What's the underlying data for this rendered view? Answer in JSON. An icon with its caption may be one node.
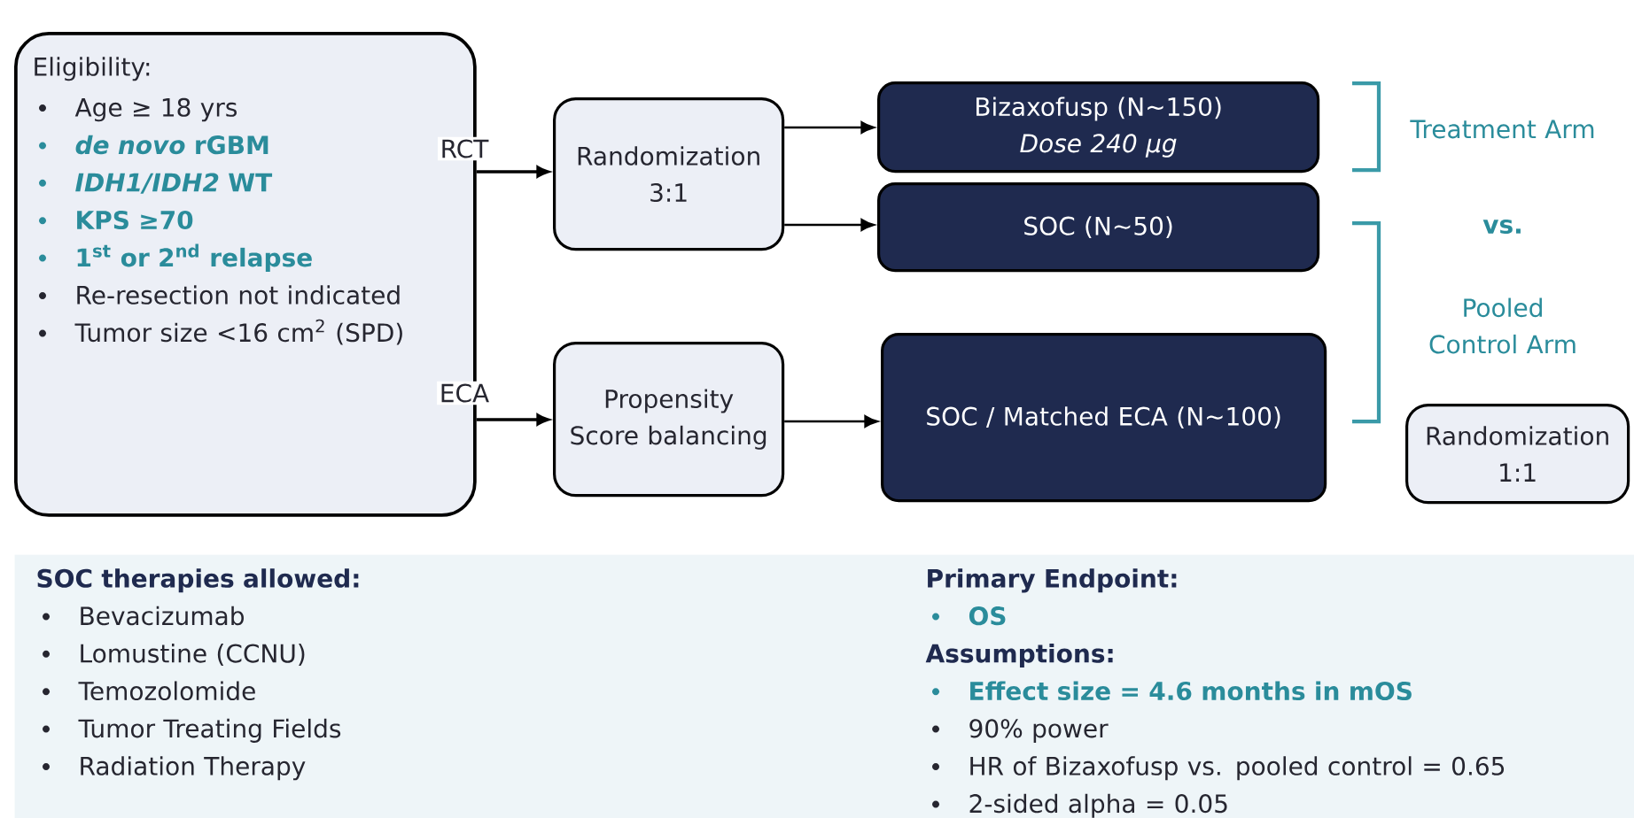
{
  "diagram": {
    "nodes": [
      {
        "text": [
          "Eligibility:",
          "Age ≥ 18 yrs",
          "*de novo* rGBM",
          "*IDH1/IDH2* WT",
          "KPS ≥70",
          "1$^{st}$ or 2$^{nd}$ relapse",
          "Re-resection not indicated",
          "Tumor size <16 cm$^{2}$ (SPD)"
        ]
      },
      {
        "text": [
          "Randomization 3:1"
        ]
      },
      {
        "text": [
          "Propensity Score balancing"
        ]
      },
      {
        "text": [
          "Bizaxofusp (N~150)",
          "Dose 240 µg"
        ]
      },
      {
        "text": [
          "SOC (N~50)"
        ]
      },
      {
        "text": [
          "SOC / Matched ECA (N~100)"
        ]
      },
      {
        "text": [
          "Randomization 1:1"
        ]
      },
      {
        "text": [
          "SOC therapies allowed:",
          "Bevacizumab",
          "Lomustine (CCNU)",
          "Temozolomide",
          "Tumor Treating Fields",
          "Radiation Therapy",
          "Primary Endpoint:",
          "OS",
          "Assumptions:",
          "Effect size = 4.6 months in mOS",
          "90% power",
          "HR of Bizaxofusp vs. pooled control = 0.65",
          "2-sided alpha = 0.05"
        ]
      }
    ],
    "edges": [
      {
        "from": 0,
        "to": 1,
        "arrow": "to",
        "label": "RCT"
      },
      {
        "from": 0,
        "to": 2,
        "arrow": "to",
        "label": "ECA"
      },
      {
        "from": 1,
        "to": 3,
        "arrow": "to"
      },
      {
        "from": 1,
        "to": 4,
        "arrow": "to"
      },
      {
        "from": 2,
        "to": 5,
        "arrow": "to"
      }
    ],
    "labels": [
      "Treatment Arm",
      "vs.",
      "Pooled Control Arm"
    ]
  }
}
